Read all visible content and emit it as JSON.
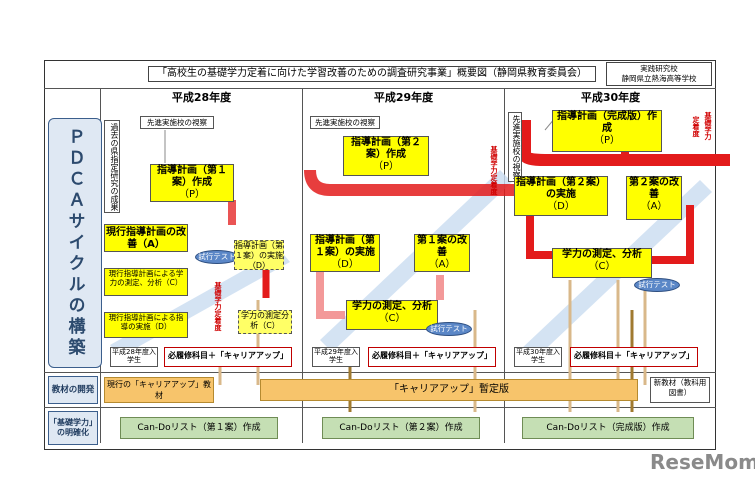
{
  "title": "「高校生の基礎学力定着に向けた学習改善のための調査研究事業」概要図（静岡県教育委員会）",
  "school": [
    "実践研究校",
    "静岡県立熱海高等学校"
  ],
  "years": [
    "平成28年度",
    "平成29年度",
    "平成30年度"
  ],
  "pdca_label": "ＰＤＣＡサイクルの構築",
  "y28": {
    "advanced": "先進実施校の視察",
    "past_research": "過去の県指定研究の成果",
    "plan1": "指導計画（第１案）作成",
    "plan1_p": "（P）",
    "improve": "現行指導計画の改善（A）",
    "trial_test": "試行テスト",
    "plan1_impl": "指導計画（第１案）の実施（D）",
    "measure_current": "現行指導計画による学力の測定、分析（C）",
    "impl_current": "現行指導計画による指導の実施（D）",
    "measure_small": "学力の測定分析（C）",
    "vertical_red": "基礎学力定着度",
    "entrant": "平成28年度入学生",
    "required": "必履修科目＋「キャリアアップ」"
  },
  "y29": {
    "advanced": "先進実施校の視察",
    "plan2": "指導計画（第２案）作成",
    "plan2_p": "（P）",
    "impl1": "指導計画（第１案）の実施",
    "impl1_d": "（D）",
    "improve1": "第１案の改善",
    "improve1_a": "（A）",
    "measure": "学力の測定、分析",
    "measure_c": "（C）",
    "trial_test": "試行テスト",
    "vertical_red": "基礎学力定着度",
    "entrant": "平成29年度入学生",
    "required": "必履修科目＋「キャリアアップ」"
  },
  "y30": {
    "advanced": "先進実施校の視察",
    "plan_final": "指導計画（完成版）作成",
    "plan_final_p": "（P）",
    "impl2": "指導計画（第２案）の実施",
    "impl2_d": "（D）",
    "improve2": "第２案の改善",
    "improve2_a": "（A）",
    "measure": "学力の測定、分析",
    "measure_c": "（C）",
    "trial_test": "試行テスト",
    "vertical_red1": "基礎学力",
    "vertical_red2": "定着度",
    "entrant": "平成30年度入学生",
    "required": "必履修科目＋「キャリアアップ」"
  },
  "materials": {
    "row_label": "教材の開発",
    "current": "現行の「キャリアアップ」教材",
    "provisional": "「キャリアアップ」暫定版",
    "new": "新教材（教科用図書）"
  },
  "clarify": {
    "row_label": "「基礎学力」の明確化",
    "list1": "Can-Doリスト（第１案）作成",
    "list2": "Can-Doリスト（第２案）作成",
    "list3": "Can-Doリスト（完成版）作成"
  },
  "watermark": "ReseMom",
  "colors": {
    "yellow": "#ffff00",
    "red": "#e31b1b",
    "blue_arrow": "#c9dcf0",
    "green": "#c5dfb4",
    "orange": "#f7c46b"
  }
}
